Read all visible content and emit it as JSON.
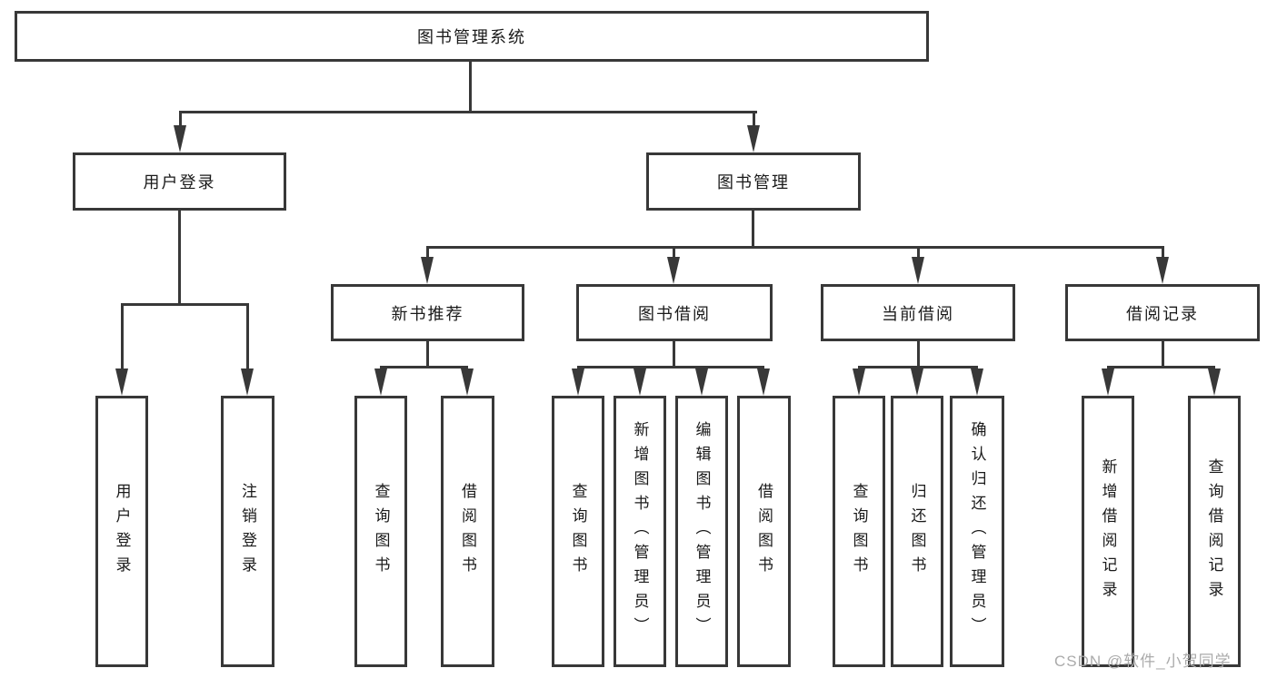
{
  "nodes": {
    "root": {
      "label": "图书管理系统"
    },
    "user_login": {
      "label": "用户登录"
    },
    "book_mgmt": {
      "label": "图书管理"
    },
    "new_book_rec": {
      "label": "新书推荐"
    },
    "book_borrow": {
      "label": "图书借阅"
    },
    "current_borrow": {
      "label": "当前借阅"
    },
    "borrow_record": {
      "label": "借阅记录"
    },
    "leaf_user_login": {
      "label": "用户登录"
    },
    "leaf_logout": {
      "label": "注销登录"
    },
    "leaf_query_book_1": {
      "label": "查询图书"
    },
    "leaf_borrow_book_1": {
      "label": "借阅图书"
    },
    "leaf_query_book_2": {
      "label": "查询图书"
    },
    "leaf_add_book": {
      "label": "新增图书（管理员）"
    },
    "leaf_edit_book": {
      "label": "编辑图书（管理员）"
    },
    "leaf_borrow_book_2": {
      "label": "借阅图书"
    },
    "leaf_query_book_3": {
      "label": "查询图书"
    },
    "leaf_return_book": {
      "label": "归还图书"
    },
    "leaf_confirm_return": {
      "label": "确认归还（管理员）"
    },
    "leaf_add_record": {
      "label": "新增借阅记录"
    },
    "leaf_query_record": {
      "label": "查询借阅记录"
    }
  },
  "watermark": "CSDN @软件_小贺同学",
  "colors": {
    "line": "#383838",
    "text": "#1a1a1a",
    "watermark": "#ababab",
    "background": "#ffffff"
  }
}
